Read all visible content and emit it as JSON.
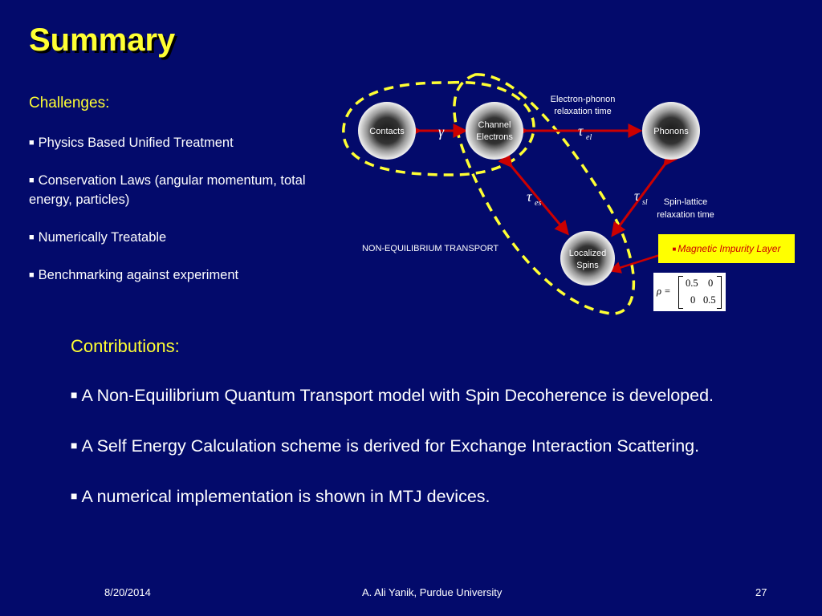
{
  "slide": {
    "title": "Summary"
  },
  "challenges": {
    "heading": "Challenges:",
    "items": [
      "Physics Based Unified Treatment",
      "Conservation Laws (angular momentum, total energy, particles)",
      "Numerically Treatable",
      "Benchmarking against experiment"
    ]
  },
  "diagram": {
    "nodes": {
      "contacts": "Contacts",
      "channel_line1": "Channel",
      "channel_line2": "Electrons",
      "phonons": "Phonons",
      "spins_line1": "Localized",
      "spins_line2": "Spins"
    },
    "labels": {
      "gamma": "γ",
      "tau": "τ",
      "el": "el",
      "es": "es",
      "sl": "sl",
      "electron_phonon_line1": "Electron-phonon",
      "electron_phonon_line2": "relaxation time",
      "spin_lattice_line1": "Spin-lattice",
      "spin_lattice_line2": "relaxation time",
      "noneq_transport": "NON-EQUILIBRIUM TRANSPORT"
    },
    "callout": "Magnetic Impurity Layer",
    "matrix": {
      "lhs": "ρ =",
      "rows": [
        [
          "0.5",
          "0"
        ],
        [
          "0",
          "0.5"
        ]
      ]
    },
    "colors": {
      "node_text": "#ffffff",
      "arrow": "#cc0000",
      "dashed_outline": "#ffff33",
      "callout_bg": "#ffff00",
      "callout_text": "#cc0000"
    }
  },
  "contributions": {
    "heading": "Contributions:",
    "items": [
      "A Non-Equilibrium Quantum Transport model with Spin Decoherence is developed.",
      "A Self Energy Calculation scheme is derived for Exchange Interaction Scattering.",
      "A numerical implementation is shown in MTJ devices."
    ]
  },
  "footer": {
    "date": "8/20/2014",
    "author": "A. Ali Yanik, Purdue University",
    "page": "27"
  },
  "theme": {
    "background": "#030a6b",
    "title_color": "#ffff33",
    "heading_color": "#ffff33",
    "text_color": "#ffffff"
  }
}
